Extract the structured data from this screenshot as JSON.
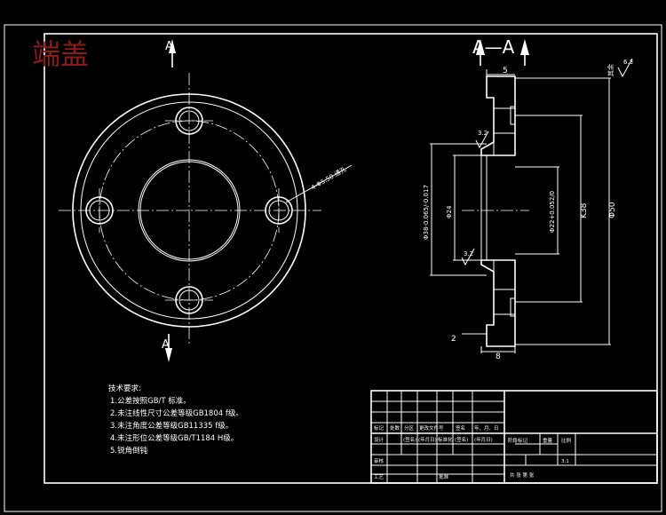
{
  "title": "端盖",
  "colors": {
    "background": "#000000",
    "lines": "#ffffff",
    "title": "#8b1a1a"
  },
  "section_label": "A—A",
  "section_letter": "A",
  "labels": {
    "hole_callout": "4-Φ5.50 通孔",
    "roughness_top": "6.3",
    "roughness_top_note": "其余",
    "roughness_1": "3.2",
    "roughness_2": "3.2"
  },
  "dimensions": {
    "d5": "5",
    "d2": "2",
    "d8": "8",
    "phi38": "Φ38-0.065/-0.017",
    "phi24": "Φ24",
    "phi22": "Φ22+0.052/0",
    "k38": "K38",
    "phi50": "Φ50"
  },
  "notes": {
    "heading": "技术要求:",
    "lines": [
      "1.公差按照GB/T 标准。",
      "2.未注线性尺寸公差等级GB1804  f级。",
      "3.未注角度公差等级GB11335  f级。",
      "4.未注形位公差等级GB/T1184  H级。",
      "5.锐角倒钝"
    ]
  },
  "title_block": {
    "row1": [
      "标记",
      "处数",
      "分区",
      "更改文件号",
      "签名",
      "年、月、日"
    ],
    "row2": [
      "设计",
      "(签名)",
      "(年月日)",
      "标准化",
      "(签名)",
      "(年月日)"
    ],
    "material_label": "阶段标记",
    "weight_label": "重量",
    "scale_label": "比例",
    "scale_value": "3:1",
    "check": "审核",
    "process": "工艺",
    "approve": "批准",
    "sheet": "共  张  第  张"
  }
}
